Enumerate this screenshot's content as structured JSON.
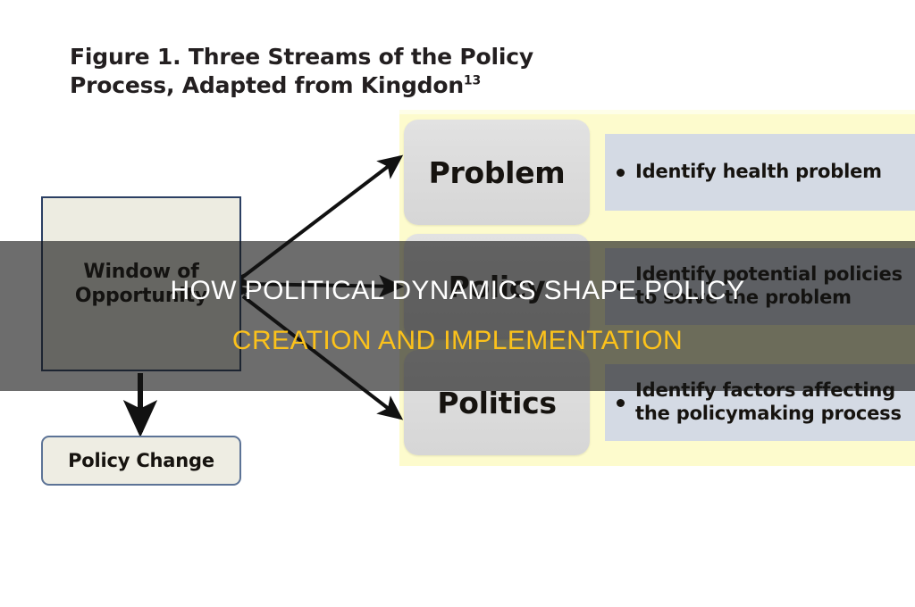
{
  "figure": {
    "caption_main": "Figure 1. Three Streams of the Policy Process, Adapted from Kingdon",
    "caption_superscript": "13"
  },
  "left_column": {
    "window_node_label": "Window of\nOpportunity",
    "policy_change_node_label": "Policy Change"
  },
  "streams": [
    {
      "name": "problem",
      "label": "Problem",
      "bullet": "Identify health problem"
    },
    {
      "name": "policy",
      "label": "Policy",
      "bullet": "Identify potential policies\nto solve the problem"
    },
    {
      "name": "politics",
      "label": "Politics",
      "bullet": "Identify factors affecting\nthe policymaking process"
    }
  ],
  "overlay": {
    "line_1": "HOW POLITICAL DYNAMICS SHAPE POLICY",
    "line_2": "CREATION AND IMPLEMENTATION"
  },
  "colors": {
    "band_yellow": "#fdfbcd",
    "bullet_box_blue_gray": "#d4dae4",
    "stream_box_gray": "#dcdcdc",
    "node_cream": "#edece1",
    "node_border_blue": "#2b3f63",
    "overlay_white": "#ffffff",
    "overlay_gold": "#fcc21b"
  }
}
